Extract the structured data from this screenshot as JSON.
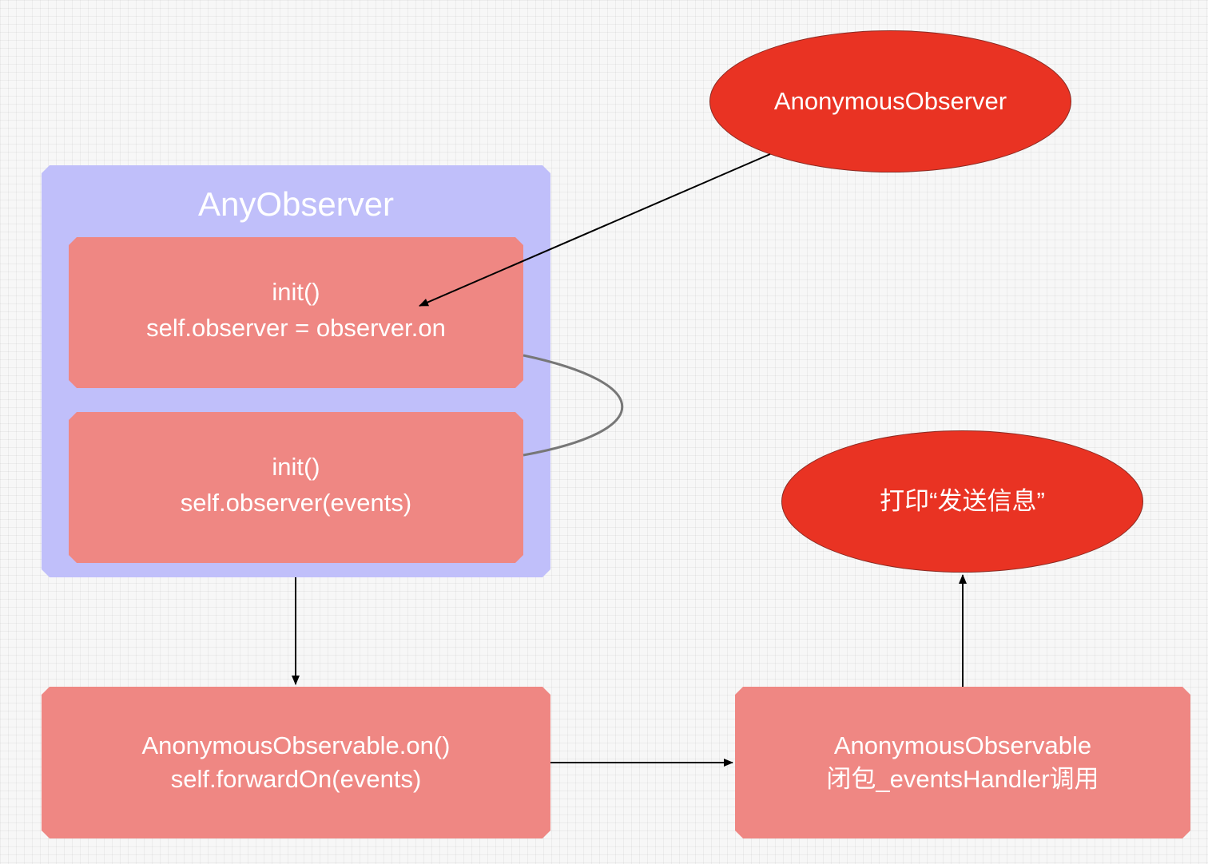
{
  "diagram": {
    "group": {
      "title": "AnyObserver"
    },
    "nodes": {
      "anonymous_observer": {
        "lines": [
          "AnonymousObserver"
        ]
      },
      "init_on": {
        "lines": [
          "init()",
          "self.observer = observer.on"
        ]
      },
      "init_events": {
        "lines": [
          "init()",
          "self.observer(events)"
        ]
      },
      "observable_on": {
        "lines": [
          "AnonymousObservable.on()",
          "self.forwardOn(events)"
        ]
      },
      "events_handler": {
        "lines": [
          "AnonymousObservable",
          "闭包_eventsHandler调用"
        ]
      },
      "print_message": {
        "lines": [
          "打印“发送信息”"
        ]
      }
    },
    "edges": [
      {
        "from": "AnonymousObserver",
        "to": "init() self.observer = observer.on"
      },
      {
        "from": "init() self.observer = observer.on",
        "to": "init() self.observer(events)"
      },
      {
        "from": "AnyObserver",
        "to": "AnonymousObservable.on()"
      },
      {
        "from": "AnonymousObservable.on()",
        "to": "AnonymousObservable 闭包_eventsHandler调用"
      },
      {
        "from": "AnonymousObservable 闭包_eventsHandler调用",
        "to": "打印“发送信息”"
      }
    ],
    "colors": {
      "background": "#f7f7f7",
      "group_fill": "#c0bffa",
      "box_fill": "#ef8783",
      "ellipse_fill": "#e93323",
      "text": "#ffffff",
      "arrow": "#000000",
      "loop_line": "#777777"
    }
  }
}
